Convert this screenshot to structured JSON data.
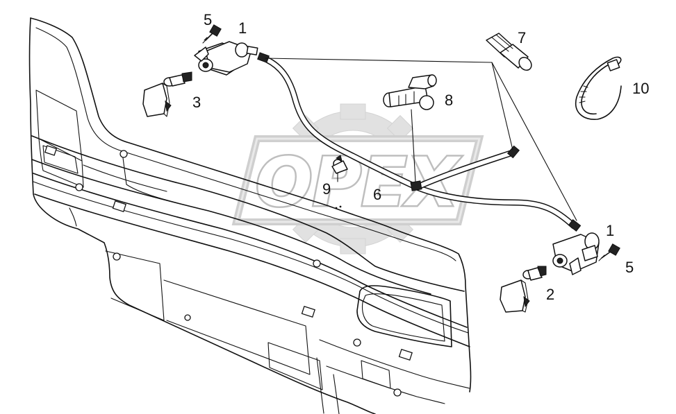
{
  "watermark": {
    "text": "OPEX",
    "color": "#b9b9b9"
  },
  "callouts": [
    {
      "id": "label-1-left",
      "text": "1"
    },
    {
      "id": "label-5-left",
      "text": "5"
    },
    {
      "id": "label-3",
      "text": "3"
    },
    {
      "id": "label-7",
      "text": "7"
    },
    {
      "id": "label-8",
      "text": "8"
    },
    {
      "id": "label-10",
      "text": "10"
    },
    {
      "id": "label-9",
      "text": "9"
    },
    {
      "id": "label-6",
      "text": "6"
    },
    {
      "id": "label-1-right",
      "text": "1"
    },
    {
      "id": "label-5-right",
      "text": "5"
    },
    {
      "id": "label-2",
      "text": "2"
    }
  ],
  "colors": {
    "line": "#111111",
    "background": "#ffffff"
  }
}
